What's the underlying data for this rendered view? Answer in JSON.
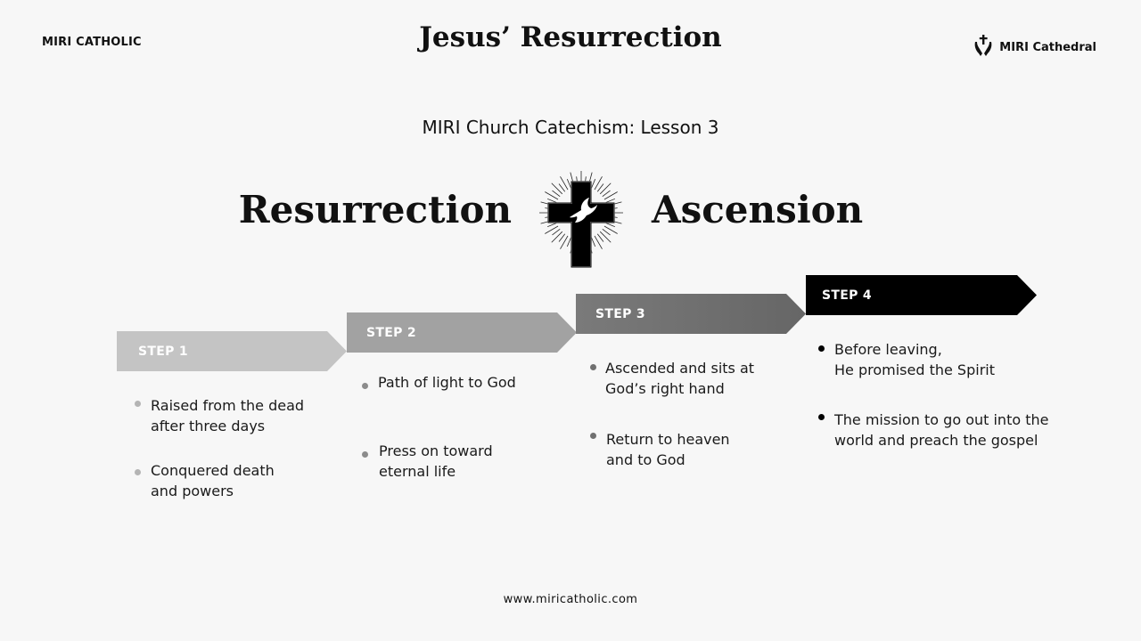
{
  "header": {
    "brand_left": "MIRI CATHOLIC",
    "title": "Jesus’ Resurrection",
    "brand_right": "MIRI Cathedral",
    "brand_right_icon": "praying-hands-cross-icon"
  },
  "subtitle": "MIRI Church Catechism: Lesson 3",
  "hero": {
    "left_word": "Resurrection",
    "right_word": "Ascension",
    "emblem_icon": "cross-with-dove-icon"
  },
  "steps": [
    {
      "label": "STEP 1",
      "color": "#c4c4c4",
      "bullets": [
        "Raised from the dead\nafter three days",
        "Conquered death\nand powers"
      ]
    },
    {
      "label": "STEP 2",
      "color": "#a2a2a2",
      "bullets": [
        "Path of light to God",
        "Press on toward\neternal life"
      ]
    },
    {
      "label": "STEP 3",
      "color": "#707070",
      "bullets": [
        "Ascended and sits at\nGod’s right hand",
        "Return to heaven\nand to God"
      ]
    },
    {
      "label": "STEP 4",
      "color": "#000000",
      "bullets": [
        "Before leaving,\nHe promised the Spirit",
        "The mission to go out into the\nworld and preach the gospel"
      ]
    }
  ],
  "footer": {
    "url": "www.miricatholic.com"
  }
}
